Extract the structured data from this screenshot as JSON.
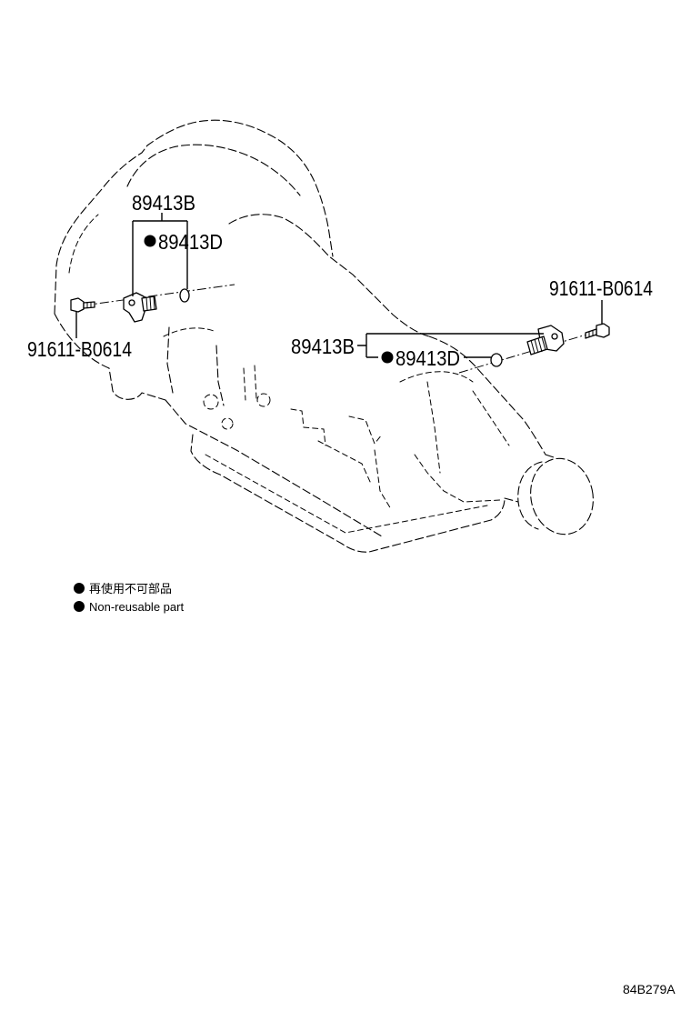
{
  "diagram": {
    "callouts": {
      "left_sensor": "89413B",
      "left_gasket": "89413D",
      "left_bolt": "91611-B0614",
      "right_sensor": "89413B",
      "right_gasket": "89413D",
      "right_bolt": "91611-B0614"
    },
    "legend": {
      "marker_meaning_ja": "再使用不可部品",
      "marker_meaning_en": "Non-reusable part"
    },
    "illustration_code": "84B279A"
  }
}
